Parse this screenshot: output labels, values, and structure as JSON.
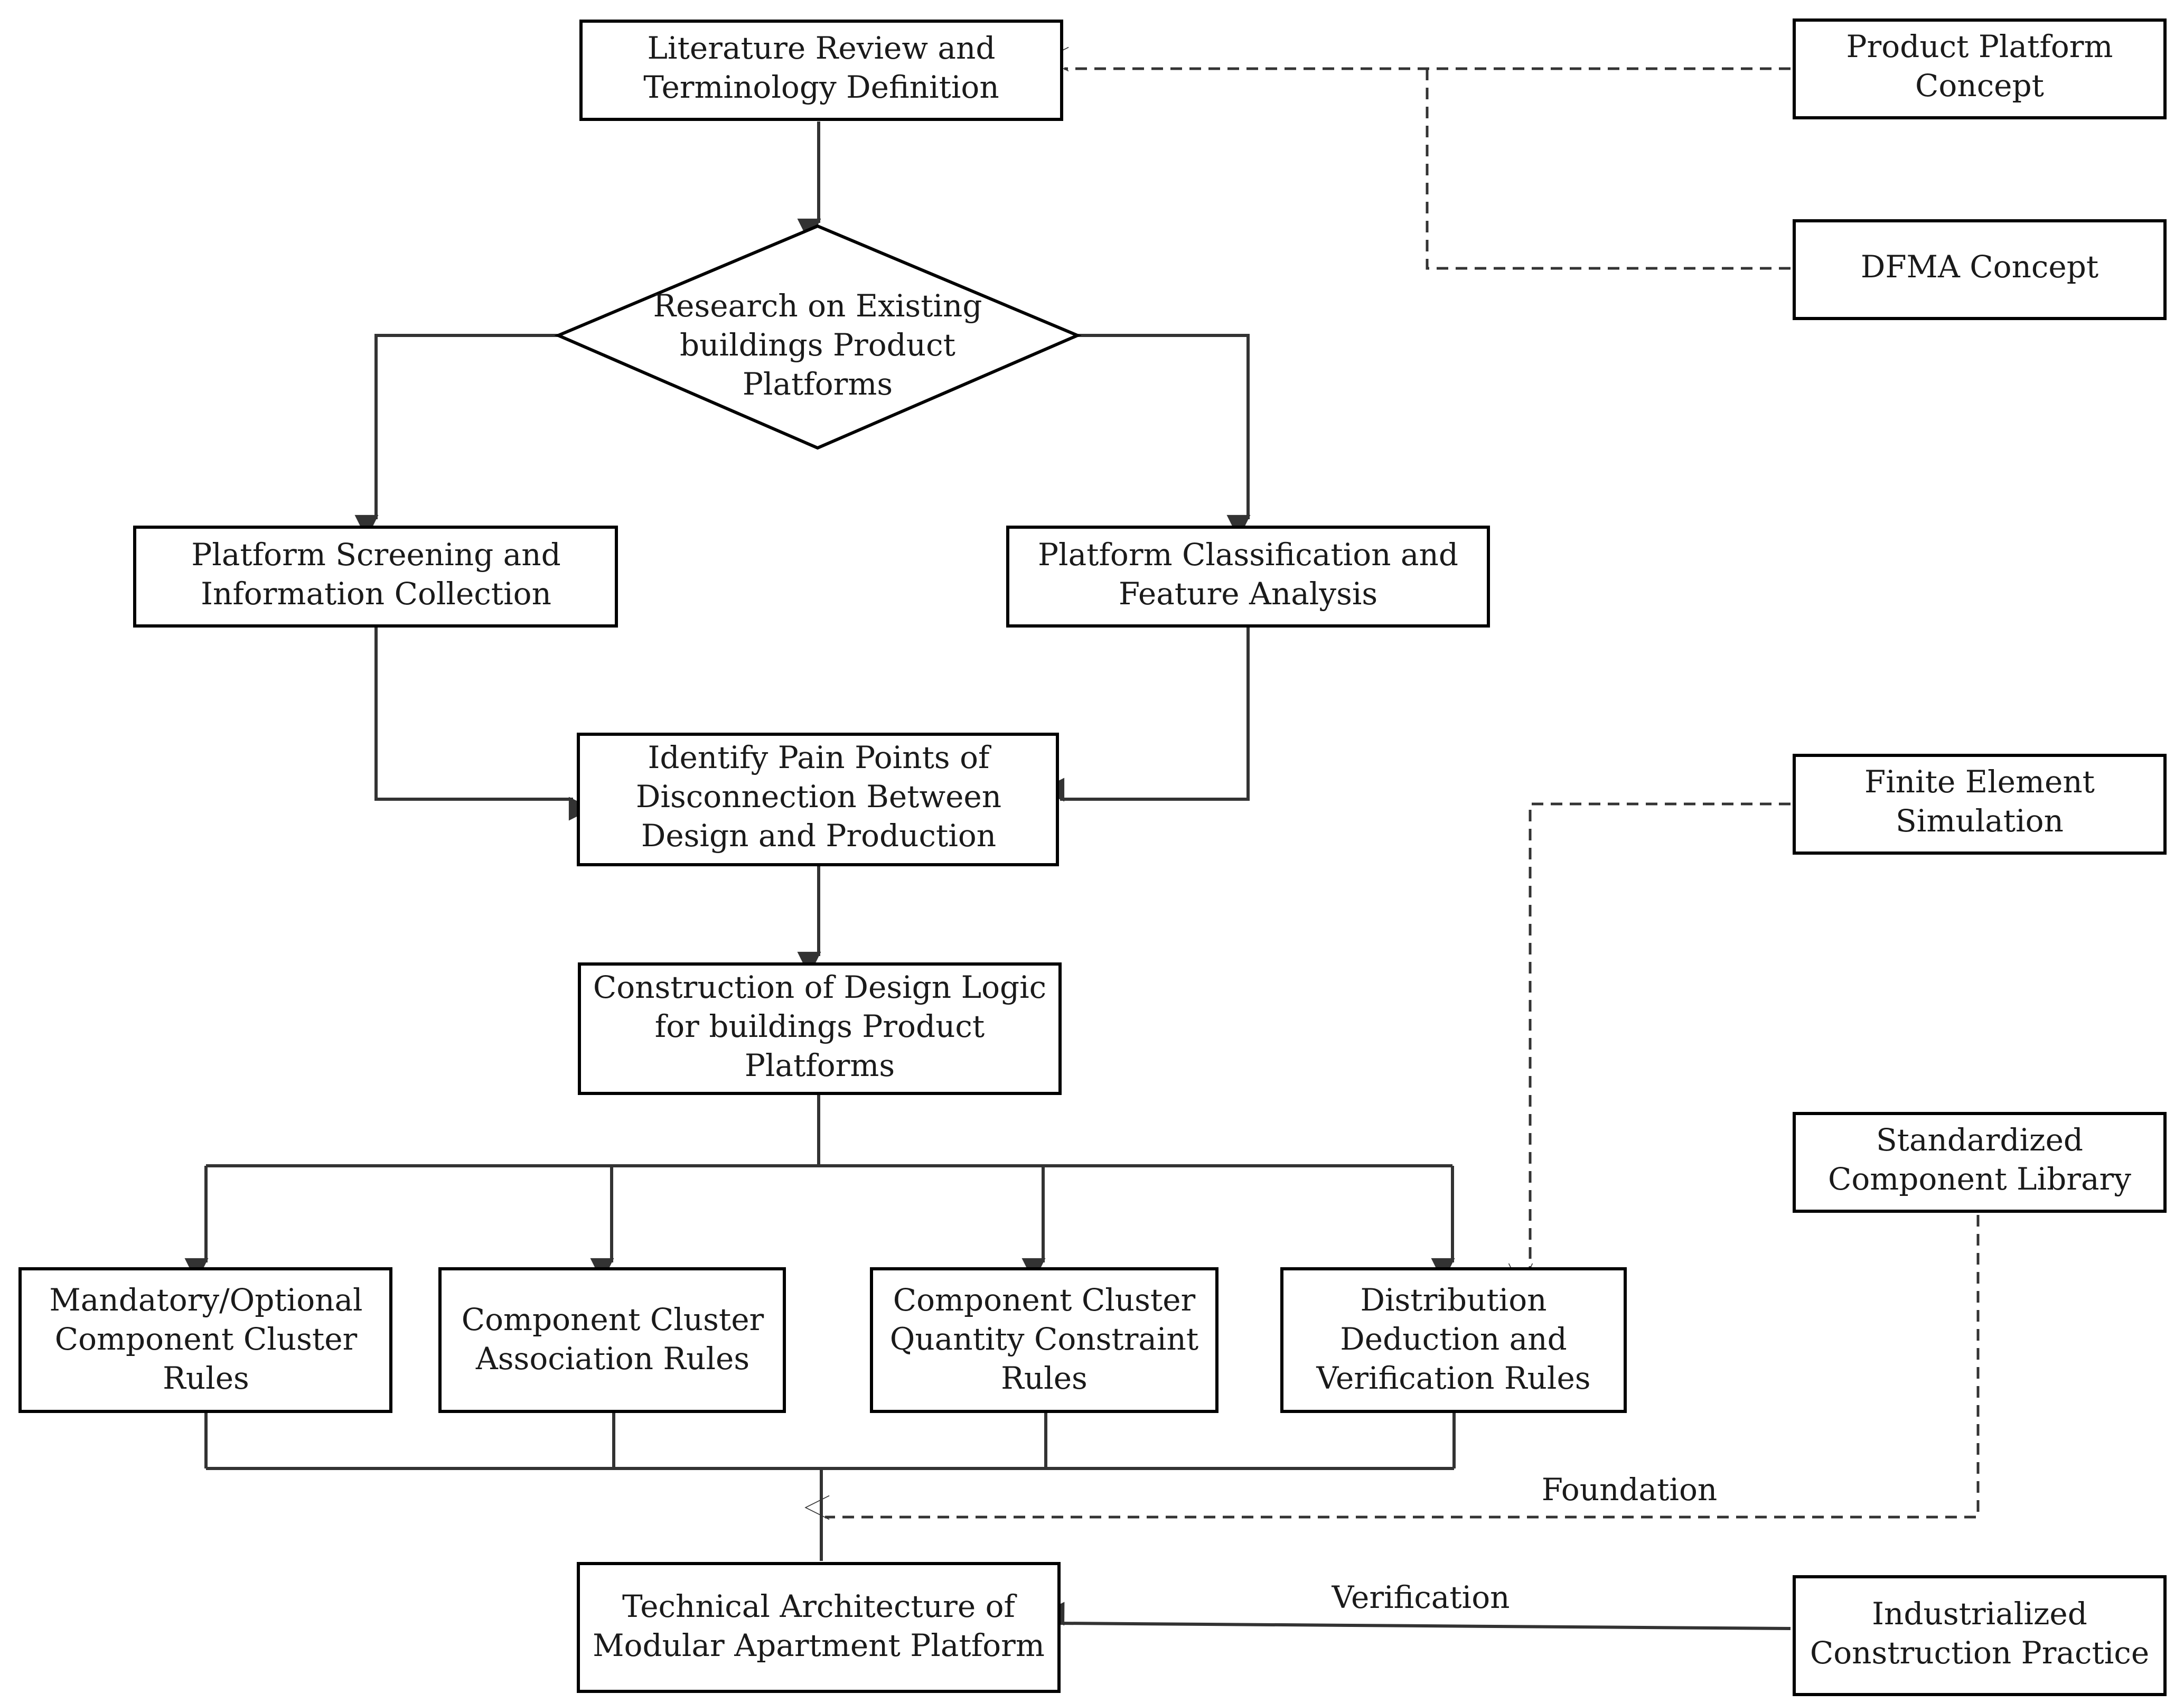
{
  "nodes": {
    "literature": {
      "lines": [
        "Literature Review and",
        "Terminology Definition"
      ]
    },
    "research": {
      "lines": [
        "Research on Existing",
        "buildings Product",
        "Platforms"
      ]
    },
    "screening": {
      "lines": [
        "Platform Screening and",
        "Information Collection"
      ]
    },
    "classification": {
      "lines": [
        "Platform Classification and",
        "Feature Analysis"
      ]
    },
    "pain_points": {
      "lines": [
        "Identify Pain Points of",
        "Disconnection Between",
        "Design and Production"
      ]
    },
    "design_logic": {
      "lines": [
        "Construction of Design Logic",
        "for buildings Product",
        "Platforms"
      ]
    },
    "mandatory": {
      "lines": [
        "Mandatory/Optional",
        "Component Cluster",
        "Rules"
      ]
    },
    "association": {
      "lines": [
        "Component Cluster",
        "Association Rules"
      ]
    },
    "quantity": {
      "lines": [
        "Component Cluster",
        "Quantity Constraint",
        "Rules"
      ]
    },
    "distribution": {
      "lines": [
        "Distribution",
        "Deduction and",
        "Verification Rules"
      ]
    },
    "architecture": {
      "lines": [
        "Technical Architecture of",
        "Modular Apartment Platform"
      ]
    },
    "product_platform": {
      "lines": [
        "Product Platform",
        "Concept"
      ]
    },
    "dfma": {
      "lines": [
        "DFMA Concept"
      ]
    },
    "fem": {
      "lines": [
        "Finite Element",
        "Simulation"
      ]
    },
    "component_library": {
      "lines": [
        "Standardized",
        "Component Library"
      ]
    },
    "industrialized": {
      "lines": [
        "Industrialized",
        "Construction Practice"
      ]
    }
  },
  "edge_labels": {
    "foundation": "Foundation",
    "verification": "Verification"
  },
  "colors": {
    "line": "#333333",
    "box_stroke": "#000000",
    "text": "#1a1a1a",
    "background": "#ffffff"
  }
}
